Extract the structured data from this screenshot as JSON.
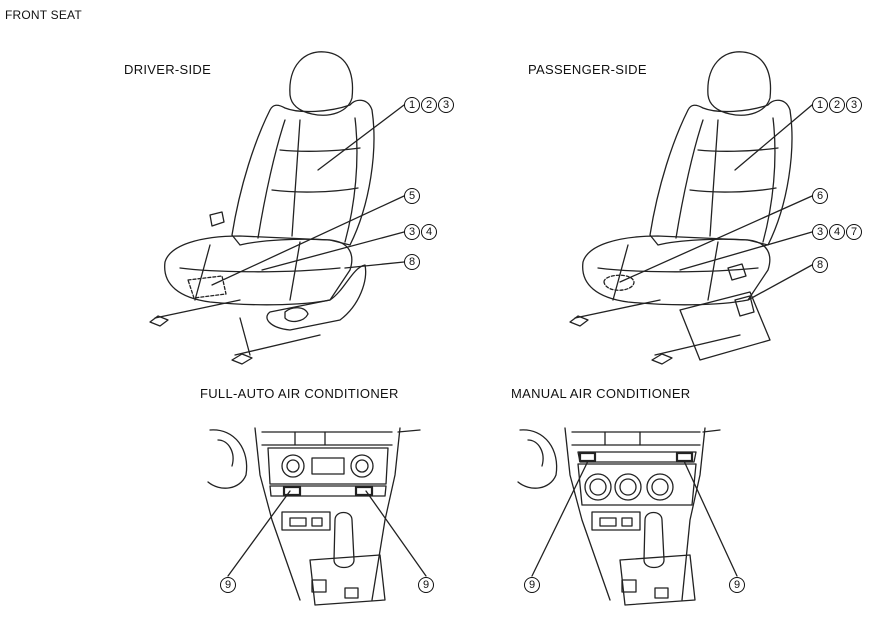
{
  "page_title": "FRONT SEAT",
  "captions": {
    "driver": "DRIVER-SIDE",
    "passenger": "PASSENGER-SIDE",
    "full_auto": "FULL-AUTO AIR CONDITIONER",
    "manual": "MANUAL AIR CONDITIONER"
  },
  "driver_callouts": {
    "top": [
      "1",
      "2",
      "3"
    ],
    "mid": [
      "5"
    ],
    "cushion": [
      "3",
      "4"
    ],
    "lever": [
      "8"
    ]
  },
  "passenger_callouts": {
    "top": [
      "1",
      "2",
      "3"
    ],
    "mid": [
      "6"
    ],
    "cushion": [
      "3",
      "4",
      "7"
    ],
    "lever": [
      "8"
    ]
  },
  "fullauto_callouts": {
    "left": [
      "9"
    ],
    "right": [
      "9"
    ]
  },
  "manual_callouts": {
    "left": [
      "9"
    ],
    "right": [
      "9"
    ]
  }
}
